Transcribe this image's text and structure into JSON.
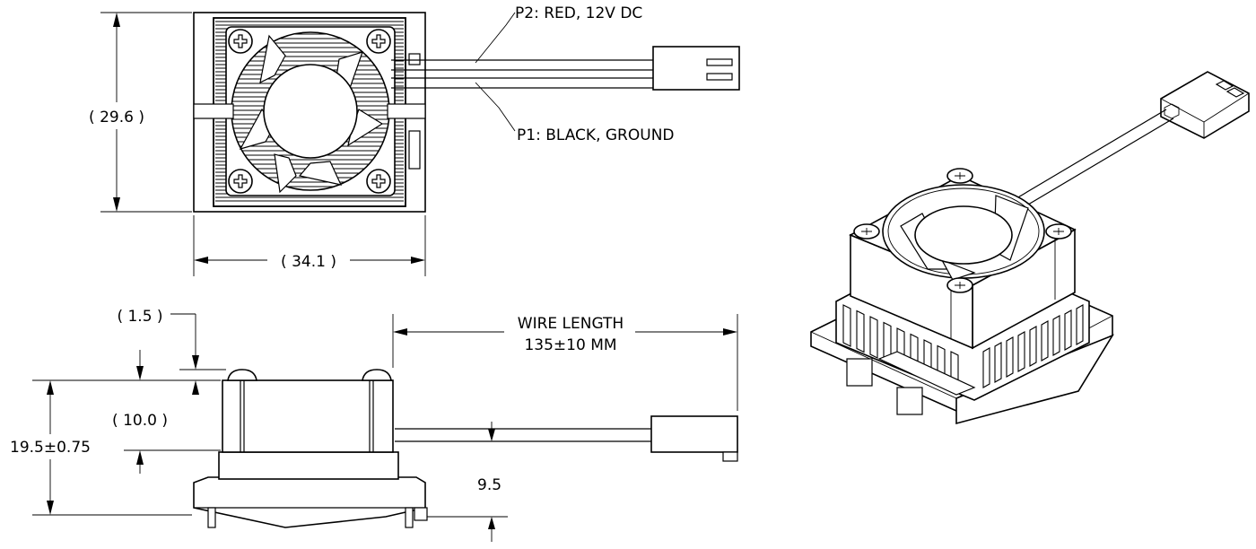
{
  "top_view": {
    "pin2_label": "P2: RED, 12V DC",
    "pin1_label": "P1: BLACK, GROUND",
    "height_dim": "( 29.6 )",
    "width_dim": "( 34.1 )"
  },
  "side_view": {
    "screw_head_dim": "( 1.5 )",
    "fan_height_dim": "( 10.0 )",
    "total_height_dim": "19.5±0.75",
    "wire_offset_dim": "9.5",
    "wire_length_label": "WIRE LENGTH",
    "wire_length_value": "135±10 MM"
  }
}
